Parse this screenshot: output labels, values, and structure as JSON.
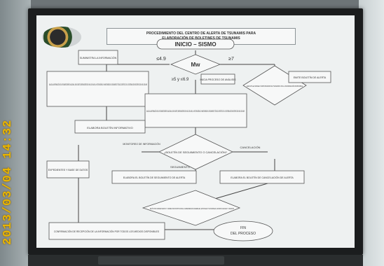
{
  "photo": {
    "timestamp": "2013/03/04 14:32"
  },
  "poster": {
    "title_line1": "PROCEDIMIENTO DEL CENTRO DE ALERTA DE TSUNAMIS PARA",
    "title_line2": "ELABORACIÓN DE BOLETINES DE TSUNAMIS",
    "start": "INICIO – SISMO",
    "mw": "Mw",
    "mw_low": "≤4.9",
    "mw_high": "≥7",
    "mw_mid": "≥5 y ≤6.9",
    "notify": "SUMINISTRA LA INFORMACIÓN",
    "analyze1": "ANALIZA LA INFORMACIÓN DE LA RED MAREOGRÁFICA NACIONAL, BOYAS DART, OBSERVADORES DEL NIVEL DEL MAR, LA HISTORIA SÍSMICA Y MANTENIENDO EL SEGUIMIENTO TÉCNICO-CIENTÍFICO DE LOS SISTEMAS DE MONITOREO DEL NIVEL DEL MAR",
    "start_analysis": "INICIA PROCESO DE ANÁLISIS",
    "execute_model": "EJECUTA EL MODELO SINTETIZADOR DE TSUNAMIS CON LA INFORMACIÓN DISPONIBLE",
    "emit_alert": "EMITE BOLETÍN DE ALERTA",
    "analyze2": "ANALIZA LA INFORMACIÓN DE LA RED MAREOGRÁFICA NACIONAL, BOYAS DART, OBSERVADORES DEL NIVEL DEL MAR, LA HISTORIA SÍSMICA Y MANTENIENDO EL SEGUIMIENTO TÉCNICO-CIENTÍFICO DE LOS SISTEMAS DE MONITOREO DEL NIVEL DEL MAR",
    "info_bulletin": "ELABORA BOLETÍN INFORMATIVO",
    "monitor_info": "MONITOREO DE INFORMACIÓN",
    "decision": "¿BOLETÍN DE SEGUIMIENTO O CANCELACIÓN?",
    "cancel": "CANCELACIÓN",
    "follow": "SEGUIMIENTO",
    "expedients": "EXPEDIENTES Y BASE DE DATOS",
    "follow_bulletin": "ELABORA EL BOLETÍN DE SEGUIMIENTO DE ALERTA",
    "cancel_bulletin": "ELABORA EL BOLETÍN DE CANCELACIÓN DE ALERTA",
    "send": "ENVÍO POR CORREO MASIVO Y CORREO SMS INSTITUCIONAL A DEPENDENCIAS FEDERALES, ESTATALES Y MUNICIPALES, MANDOS NAVALES Y USUARIOS",
    "confirm": "CONFIRMACIÓN DE RECEPCIÓN DE LA INFORMACIÓN POR TODOS LOS MEDIOS DISPONIBLES",
    "end_line1": "FIN",
    "end_line2": "DEL PROCESO"
  }
}
